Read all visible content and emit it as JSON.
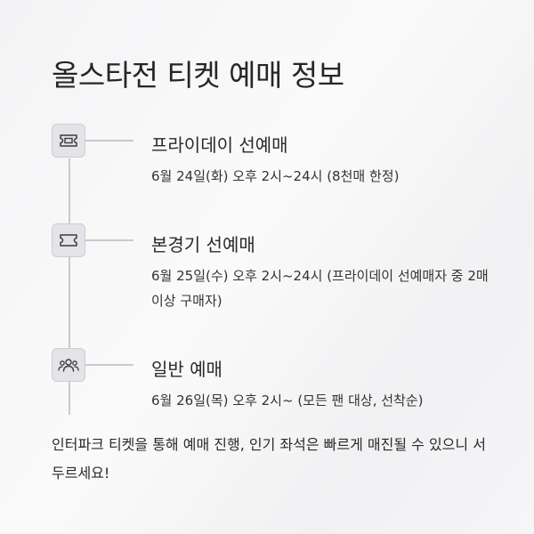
{
  "page": {
    "title": "올스타전 티켓 예매 정보"
  },
  "steps": [
    {
      "icon": "ticket-icon",
      "title": "프라이데이 선예매",
      "description": "6월 24일(화) 오후 2시~24시 (8천매 한정)"
    },
    {
      "icon": "ticket-icon",
      "title": "본경기 선예매",
      "description": "6월 25일(수) 오후 2시~24시 (프라이데이 선예매자 중 2매 이상 구매자)"
    },
    {
      "icon": "users-icon",
      "title": "일반 예매",
      "description": "6월 26일(목) 오후 2시~ (모든 팬 대상, 선착순)"
    }
  ],
  "footer": {
    "text": "인터파크 티켓을 통해 예매 진행, 인기 좌석은 빠르게 매진될 수 있으니 서두르세요!"
  },
  "colors": {
    "background": "#f6f6f8",
    "icon_box": "#e3e3e8",
    "line": "#c9c9cf",
    "text": "#2b2b2b"
  }
}
